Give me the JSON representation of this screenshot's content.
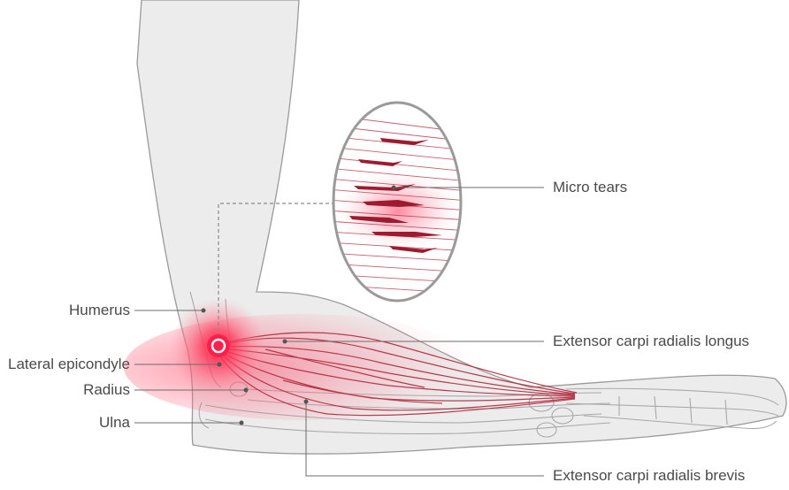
{
  "labels": {
    "humerus": "Humerus",
    "lateral_epicondyle": "Lateral epicondyle",
    "radius": "Radius",
    "ulna": "Ulna",
    "micro_tears": "Micro tears",
    "ecr_longus": "Extensor carpi radialis longus",
    "ecr_brevis": "Extensor carpi radialis brevis"
  },
  "colors": {
    "skin": "#ececec",
    "outline": "#7d7d7d",
    "inflammation": "#ff2b55",
    "muscle": "#b3283c",
    "leader": "#6b6b6b"
  }
}
